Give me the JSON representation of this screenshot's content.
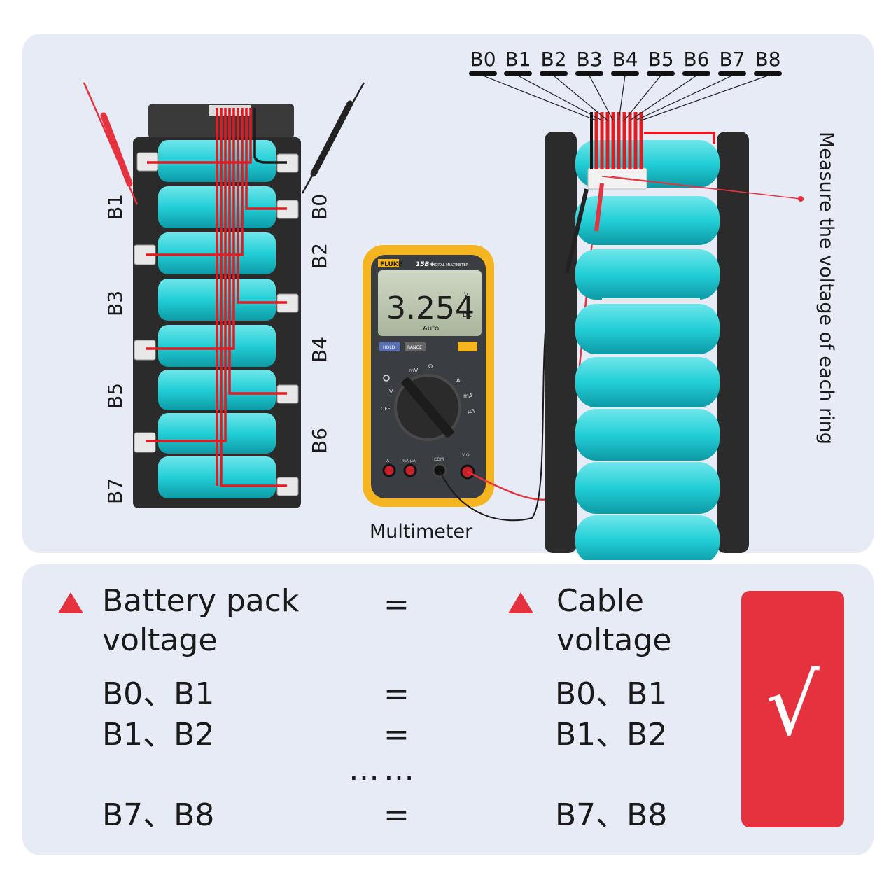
{
  "left_pack": {
    "left_labels": [
      "B1",
      "B3",
      "B5",
      "B7"
    ],
    "right_labels": [
      "B0",
      "B2",
      "B4",
      "B6"
    ]
  },
  "cable_labels": [
    "B0",
    "B1",
    "B2",
    "B3",
    "B4",
    "B5",
    "B6",
    "B7",
    "B8"
  ],
  "multimeter": {
    "brand": "FLUKE",
    "model": "15B+",
    "model_desc": "DIGITAL MULTIMETER",
    "reading": "3.254",
    "unit_v": "V",
    "unit_dc": "DC",
    "mode": "Auto",
    "hold": "HOLD",
    "range": "RANGE",
    "caption": "Multimeter"
  },
  "side_note": "Measure the voltage of each ring",
  "comparison": {
    "left_header": "Battery pack voltage",
    "left_header_line1": "Battery pack",
    "left_header_line2": "voltage",
    "right_header_line1": "Cable",
    "right_header_line2": "voltage",
    "equals": "=",
    "ellipsis": "……",
    "rows": [
      {
        "left": "B0、B1",
        "right": "B0、B1"
      },
      {
        "left": "B1、B2",
        "right": "B1、B2"
      },
      {
        "left": "B7、B8",
        "right": "B7、B8"
      }
    ],
    "check": "√"
  },
  "colors": {
    "accent_red": "#e5323e",
    "cell_cyan": "#2ad0d8",
    "frame_black": "#2a2a2a",
    "meter_yellow": "#f5b521",
    "panel_bg": "#e6ebf6"
  }
}
